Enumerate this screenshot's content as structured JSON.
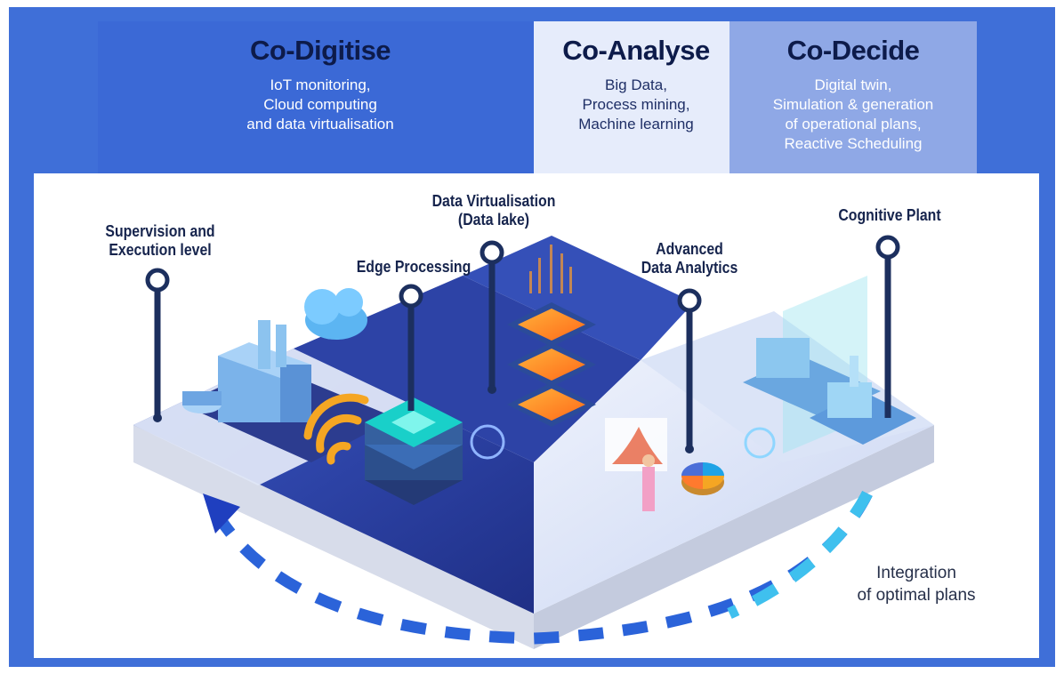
{
  "stages": [
    {
      "title": "Co-Digitise",
      "lines": [
        "IoT monitoring,",
        "Cloud computing",
        "and data virtualisation"
      ]
    },
    {
      "title": "Co-Analyse",
      "lines": [
        "Big Data,",
        "Process mining,",
        "Machine learning"
      ]
    },
    {
      "title": "Co-Decide",
      "lines": [
        "Digital twin,",
        "Simulation & generation",
        "of operational plans,",
        "Reactive Scheduling"
      ]
    }
  ],
  "labels": {
    "supervision": [
      "Supervision and",
      "Execution level"
    ],
    "edge": [
      "Edge Processing"
    ],
    "datavirt": [
      "Data Virtualisation",
      "(Data lake)"
    ],
    "analytics": [
      "Advanced",
      "Data Analytics"
    ],
    "cognitive": [
      "Cognitive Plant"
    ]
  },
  "integration": [
    "Integration",
    "of optimal plans"
  ],
  "colors": {
    "frame": "#3f6fd8",
    "dark_tile": "#2a3f9a",
    "light_tile": "#dfe6f7",
    "pin": "#1c2f5e",
    "arrow_dark": "#1f3fbf",
    "arrow_light": "#3fc0ee"
  },
  "icons": [
    "cloud-icon",
    "wifi-icon",
    "server-stack-icon",
    "chip-stack-icon",
    "pie-chart-icon",
    "factory-icon"
  ]
}
